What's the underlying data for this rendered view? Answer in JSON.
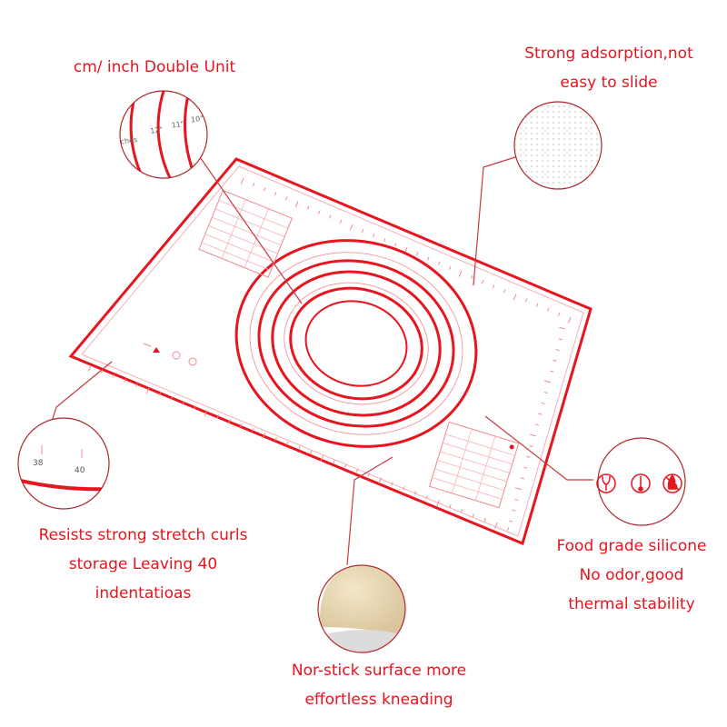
{
  "colors": {
    "accent": "#e8141e",
    "line": "#d6101a",
    "mat": "#ffffff",
    "dough": "#ead9b7"
  },
  "captions": {
    "unit": [
      "cm/ inch Double Unit"
    ],
    "adsorption": [
      "Strong adsorption,not",
      "easy to slide"
    ],
    "stretch": [
      "Resists strong stretch curls",
      "storage Leaving 40",
      "indentatioas"
    ],
    "food": [
      "Food grade silicone",
      "No odor,good",
      "thermal stability"
    ],
    "nonstick": [
      "Nor-stick surface more",
      "effortless kneading"
    ]
  },
  "insets": {
    "inch_ruler_labels": [
      "ches",
      "12\"",
      "11\"",
      "10\""
    ],
    "edge_ruler_labels": [
      "38",
      "40"
    ]
  }
}
